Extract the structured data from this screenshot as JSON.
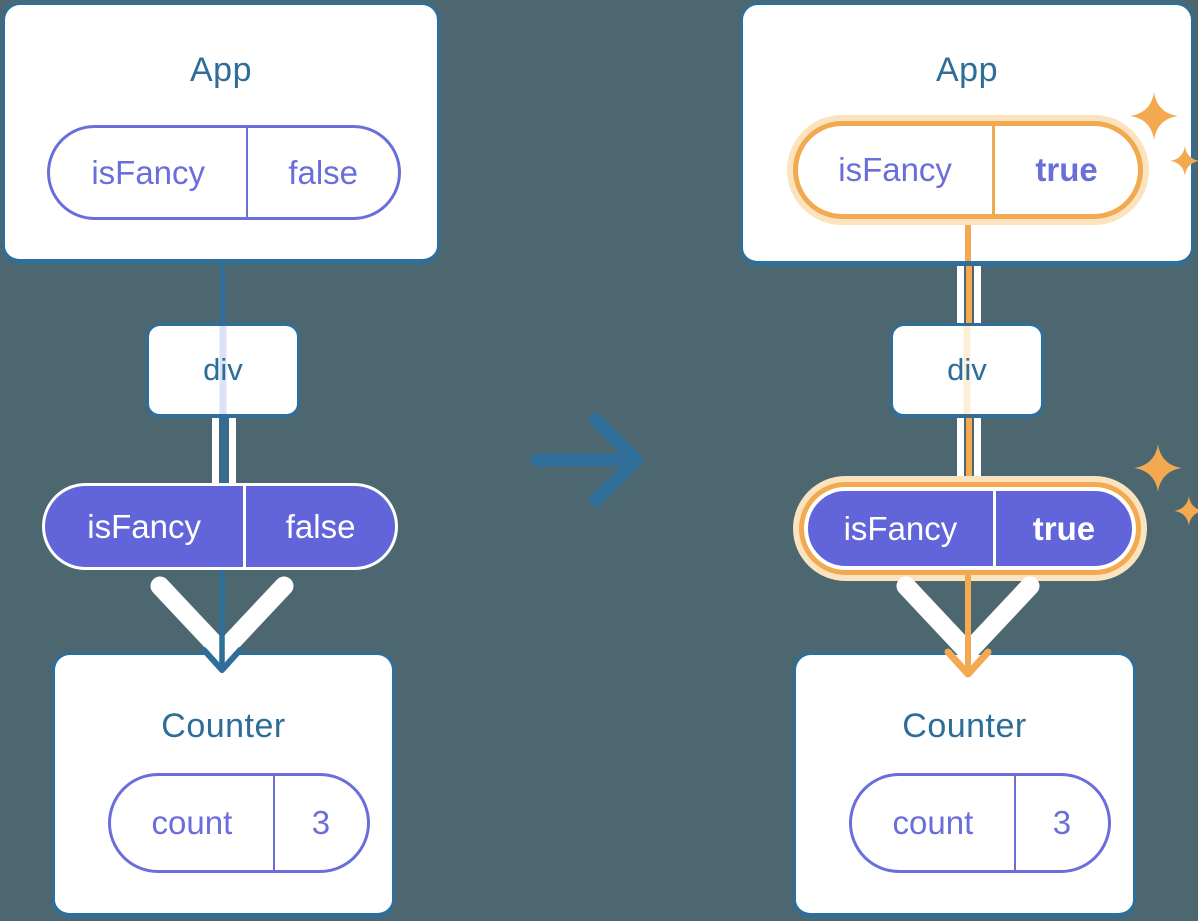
{
  "diagram": {
    "description": "React prop flow before/after comparison",
    "colors": {
      "background": "#4c6770",
      "card_border": "#2e6e99",
      "heading_text": "#2d6d98",
      "prop_purple": "#6a6edb",
      "prop_fill_purple": "#6165d9",
      "highlight_orange": "#f2a950",
      "highlight_halo": "#fbe3c0",
      "arrow_white": "#ffffff"
    },
    "left": {
      "app": {
        "title": "App",
        "prop_name": "isFancy",
        "prop_value": "false"
      },
      "div_node": {
        "label": "div"
      },
      "passed_prop": {
        "name": "isFancy",
        "value": "false"
      },
      "counter": {
        "title": "Counter",
        "state_name": "count",
        "state_value": "3"
      }
    },
    "right": {
      "app": {
        "title": "App",
        "prop_name": "isFancy",
        "prop_value": "true"
      },
      "div_node": {
        "label": "div"
      },
      "passed_prop": {
        "name": "isFancy",
        "value": "true"
      },
      "counter": {
        "title": "Counter",
        "state_name": "count",
        "state_value": "3"
      }
    },
    "icons": {
      "transition": "right-arrow",
      "pass_down": "down-chevron-arrow",
      "highlight": "sparkles"
    }
  }
}
